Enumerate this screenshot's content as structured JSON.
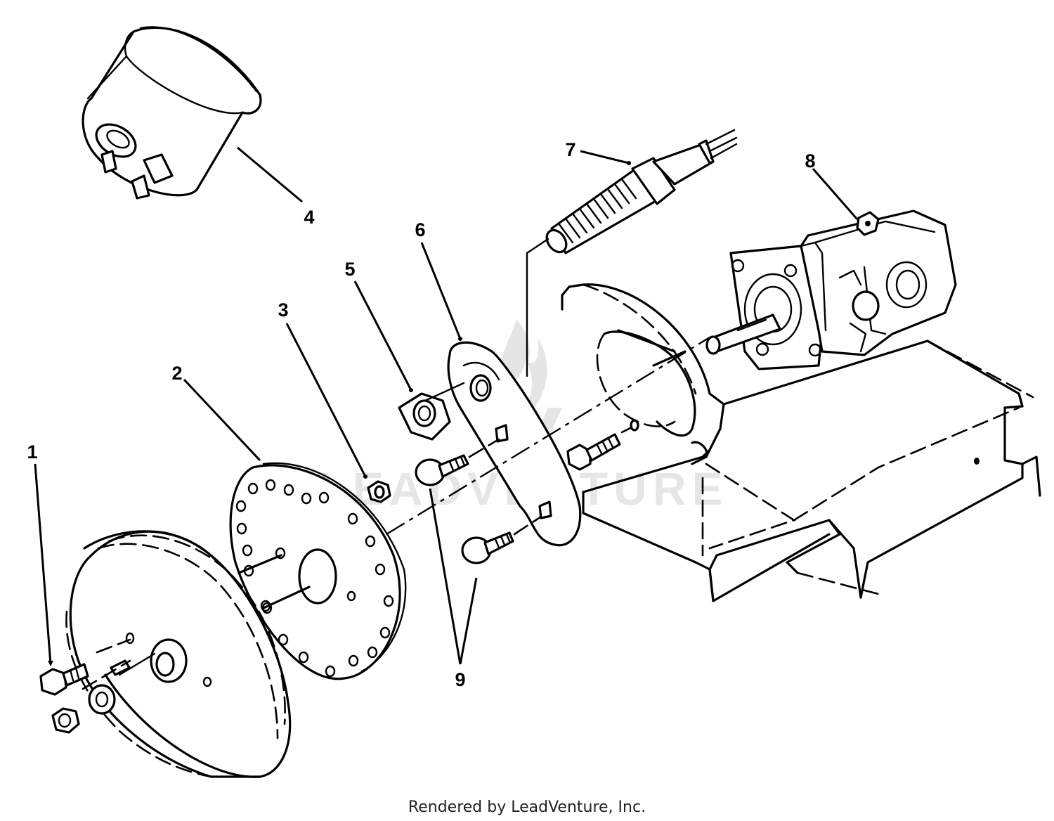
{
  "callouts": [
    {
      "id": "1",
      "label": "1"
    },
    {
      "id": "2",
      "label": "2"
    },
    {
      "id": "3",
      "label": "3"
    },
    {
      "id": "4",
      "label": "4"
    },
    {
      "id": "5",
      "label": "5"
    },
    {
      "id": "6",
      "label": "6"
    },
    {
      "id": "7",
      "label": "7"
    },
    {
      "id": "8",
      "label": "8"
    },
    {
      "id": "9",
      "label": "9"
    }
  ],
  "watermark": "LEADVENTURE",
  "footer": "Rendered by LeadVenture, Inc."
}
